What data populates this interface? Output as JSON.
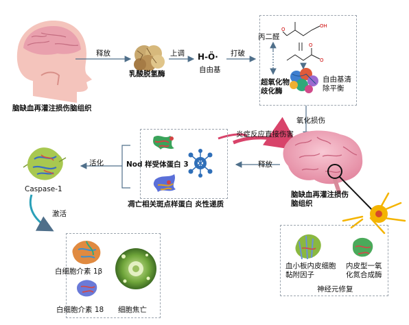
{
  "labels": {
    "head_caption": "脑缺血再灌注损伤脑组织",
    "release_1": "释放",
    "ldh": "乳酸脱氢酶",
    "upregulate": "上调",
    "radical_formula": "H-Ö·",
    "free_radical": "自由基",
    "break": "打破",
    "malondialdehyde": "丙二醛",
    "sod": "超氧化物\n歧化酶",
    "radical_clear": "自由基清\n除平衡",
    "oxidative_damage": "氧化损伤",
    "inflammation_direct": "炎症反应直接伤害",
    "release_2": "释放",
    "brain_caption": "脑缺血再灌注损伤\n脑组织",
    "activate": "活化",
    "nod": "Nod 样受体蛋白 3",
    "asc": "凋亡相关斑点样蛋白",
    "inflammatory_mediator": "炎性递质",
    "caspase": "Caspase-1",
    "activate_2": "激活",
    "il1b": "白细胞介素 1β",
    "il18": "白细胞介素 18",
    "pyroptosis": "细胞焦亡",
    "pecam": "血小板内皮细胞\n黏附因子",
    "enos": "内皮型一氧\n化氮合成酶",
    "neuro_repair": "神经元修复"
  },
  "colors": {
    "arrow": "#4f6f8a",
    "brain_pink": "#f2a7b8",
    "head_skin": "#f4c4bc",
    "inflammation_arrow": "#d8436a",
    "neuron_yellow": "#f4b400",
    "box_border": "#9aa3ad"
  },
  "icons": [
    "head-profile-icon",
    "enzyme-molecule-icon",
    "malondialdehyde-structure-icon",
    "sod-protein-icon",
    "brain-icon",
    "protein-ribbon-icon",
    "network-node-icon",
    "neuron-icon",
    "cell-microscopy-icon"
  ]
}
